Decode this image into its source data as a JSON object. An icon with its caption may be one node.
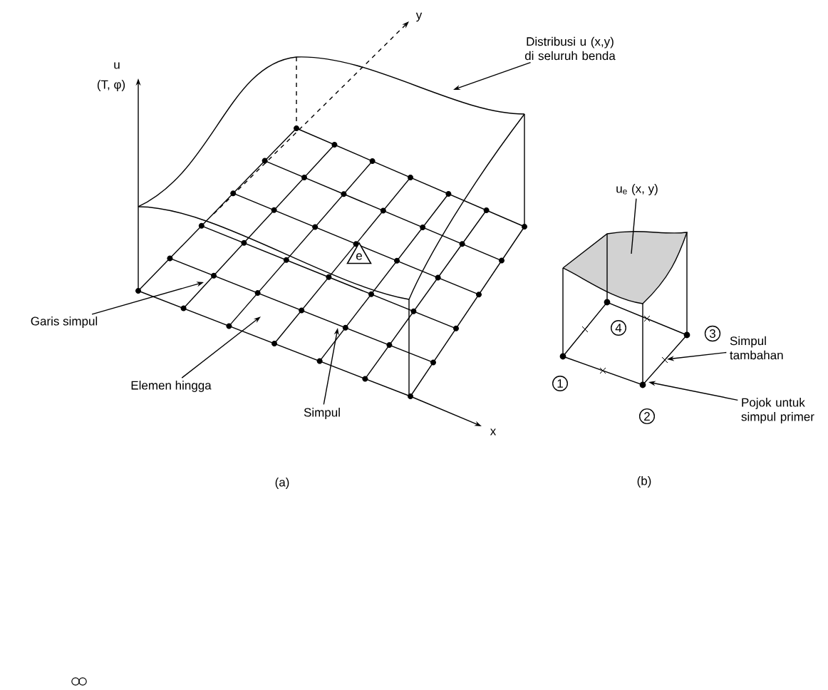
{
  "diagram": {
    "nodes": [
      {
        "text": [
          "Distribusi u (x,y) di seluruh benda"
        ]
      },
      {
        "text": [
          "e"
        ]
      },
      {
        "text": [
          "Garis simpul"
        ]
      },
      {
        "text": [
          "Elemen hingga"
        ]
      },
      {
        "text": [
          "Simpul"
        ]
      },
      {
        "text": [
          "u$_{e}$ (x, y)"
        ]
      },
      {
        "text": [
          "4"
        ]
      },
      {
        "text": [
          "3"
        ]
      },
      {
        "text": [
          "1"
        ]
      },
      {
        "text": [
          "2"
        ]
      },
      {
        "text": [
          "Simpul tambahan"
        ]
      },
      {
        "text": [
          "Pojok untuk simpul primer"
        ]
      }
    ],
    "edges": [
      {
        "from": 0,
        "to": null,
        "arrow": "to"
      },
      {
        "from": 2,
        "to": null,
        "arrow": "to"
      },
      {
        "from": 3,
        "to": null,
        "arrow": "to"
      },
      {
        "from": 4,
        "to": null,
        "arrow": "to"
      },
      {
        "from": 5,
        "to": null,
        "arrow": "none"
      },
      {
        "from": 10,
        "to": null,
        "arrow": "to"
      },
      {
        "from": 11,
        "to": null,
        "arrow": "to"
      }
    ],
    "labels": [
      "u",
      "(T, φ)",
      "y",
      "x",
      "(a)",
      "(b)"
    ]
  }
}
